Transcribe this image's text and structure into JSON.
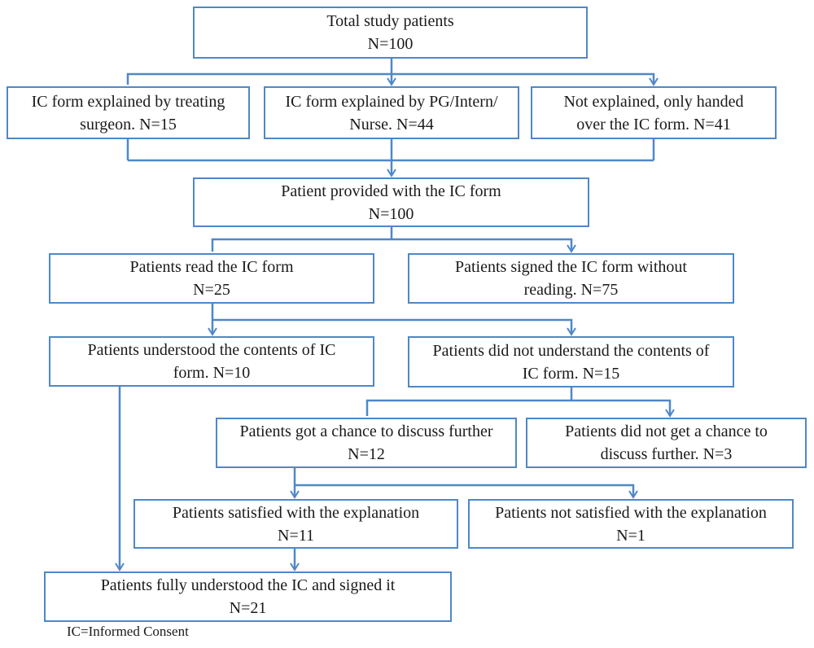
{
  "flowchart": {
    "total": {
      "line1": "Total study patients",
      "line2": "N=100"
    },
    "explained_surgeon": {
      "line1": "IC form explained by treating",
      "line2": "surgeon. N=15"
    },
    "explained_pg": {
      "line1": "IC form explained by PG/Intern/",
      "line2": "Nurse. N=44"
    },
    "not_explained": {
      "line1": "Not explained, only handed",
      "line2": "over the IC form. N=41"
    },
    "provided": {
      "line1": "Patient provided with the IC form",
      "line2": "N=100"
    },
    "read": {
      "line1": "Patients read the IC form",
      "line2": "N=25"
    },
    "signed_without_reading": {
      "line1": "Patients signed the IC form without",
      "line2": "reading. N=75"
    },
    "understood": {
      "line1": "Patients understood the contents of IC",
      "line2": "form. N=10"
    },
    "not_understood": {
      "line1": "Patients did not understand the contents of",
      "line2": "IC form. N=15"
    },
    "discussed": {
      "line1": "Patients got a chance to discuss further",
      "line2": "N=12"
    },
    "not_discussed": {
      "line1": "Patients did not get a chance to",
      "line2": "discuss further. N=3"
    },
    "satisfied": {
      "line1": "Patients satisfied with the explanation",
      "line2": "N=11"
    },
    "not_satisfied": {
      "line1": "Patients not satisfied with the explanation",
      "line2": "N=1"
    },
    "fully_understood": {
      "line1": "Patients fully understood the IC and signed it",
      "line2": "N=21"
    }
  },
  "footnote": "IC=Informed  Consent",
  "colors": {
    "border": "#4f88c6",
    "connector": "#4f88c6"
  }
}
